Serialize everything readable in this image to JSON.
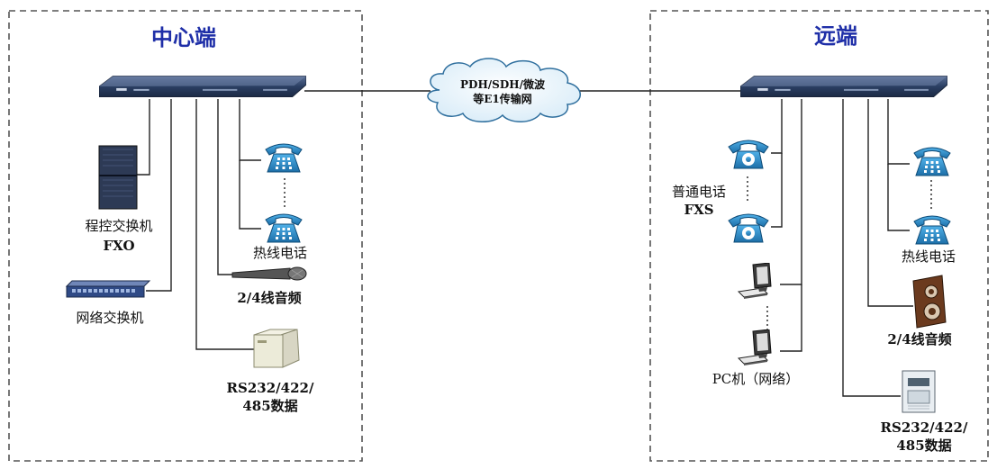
{
  "central": {
    "title": "中心端"
  },
  "remote": {
    "title": "远端"
  },
  "network": {
    "line1": "PDH/SDH/微波",
    "line2": "等E1传输网"
  },
  "central_labels": {
    "pbx": "程控交换机",
    "pbx_type": "FXO",
    "switch": "网络交换机",
    "hotline": "热线电话",
    "audio": "2/4线音频",
    "serial_line1": "RS232/422/",
    "serial_line2": "485数据"
  },
  "remote_labels": {
    "phone": "普通电话",
    "phone_type": "FXS",
    "hotline": "热线电话",
    "pc": "PC机（网络）",
    "audio": "2/4线音频",
    "serial_line1": "RS232/422/",
    "serial_line2": "485数据"
  },
  "colors": {
    "title": "#1f2fa8",
    "device_blue": "#2b3f63",
    "phone_blue": "#2a86c4",
    "border_dash": "#555555",
    "line": "#222222"
  }
}
